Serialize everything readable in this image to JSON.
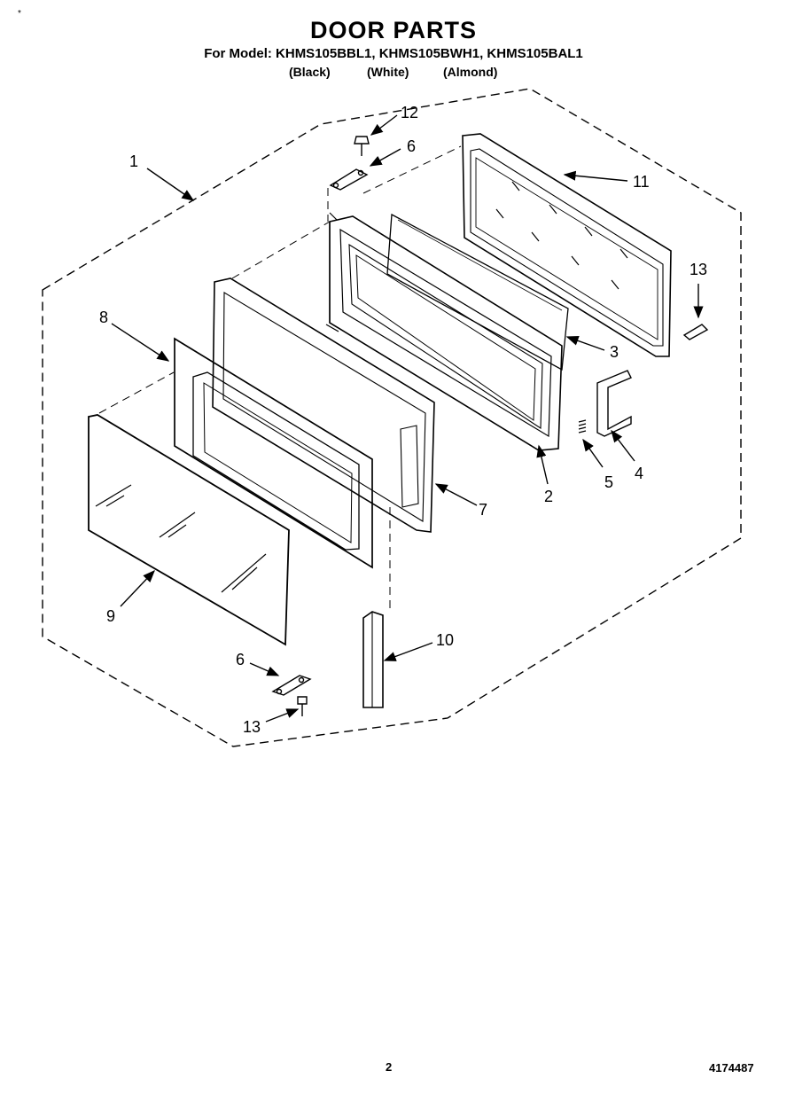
{
  "header": {
    "title": "DOOR PARTS",
    "models_line": "For Model: KHMS105BBL1, KHMS105BWH1, KHMS105BAL1",
    "colors": [
      "(Black)",
      "(White)",
      "(Almond)"
    ]
  },
  "callouts": [
    "1",
    "12",
    "6",
    "11",
    "13",
    "8",
    "3",
    "4",
    "5",
    "2",
    "7",
    "9",
    "10",
    "6",
    "13"
  ],
  "footer": {
    "page_number": "2",
    "document_number": "4174487",
    "corner_mark": "*"
  }
}
